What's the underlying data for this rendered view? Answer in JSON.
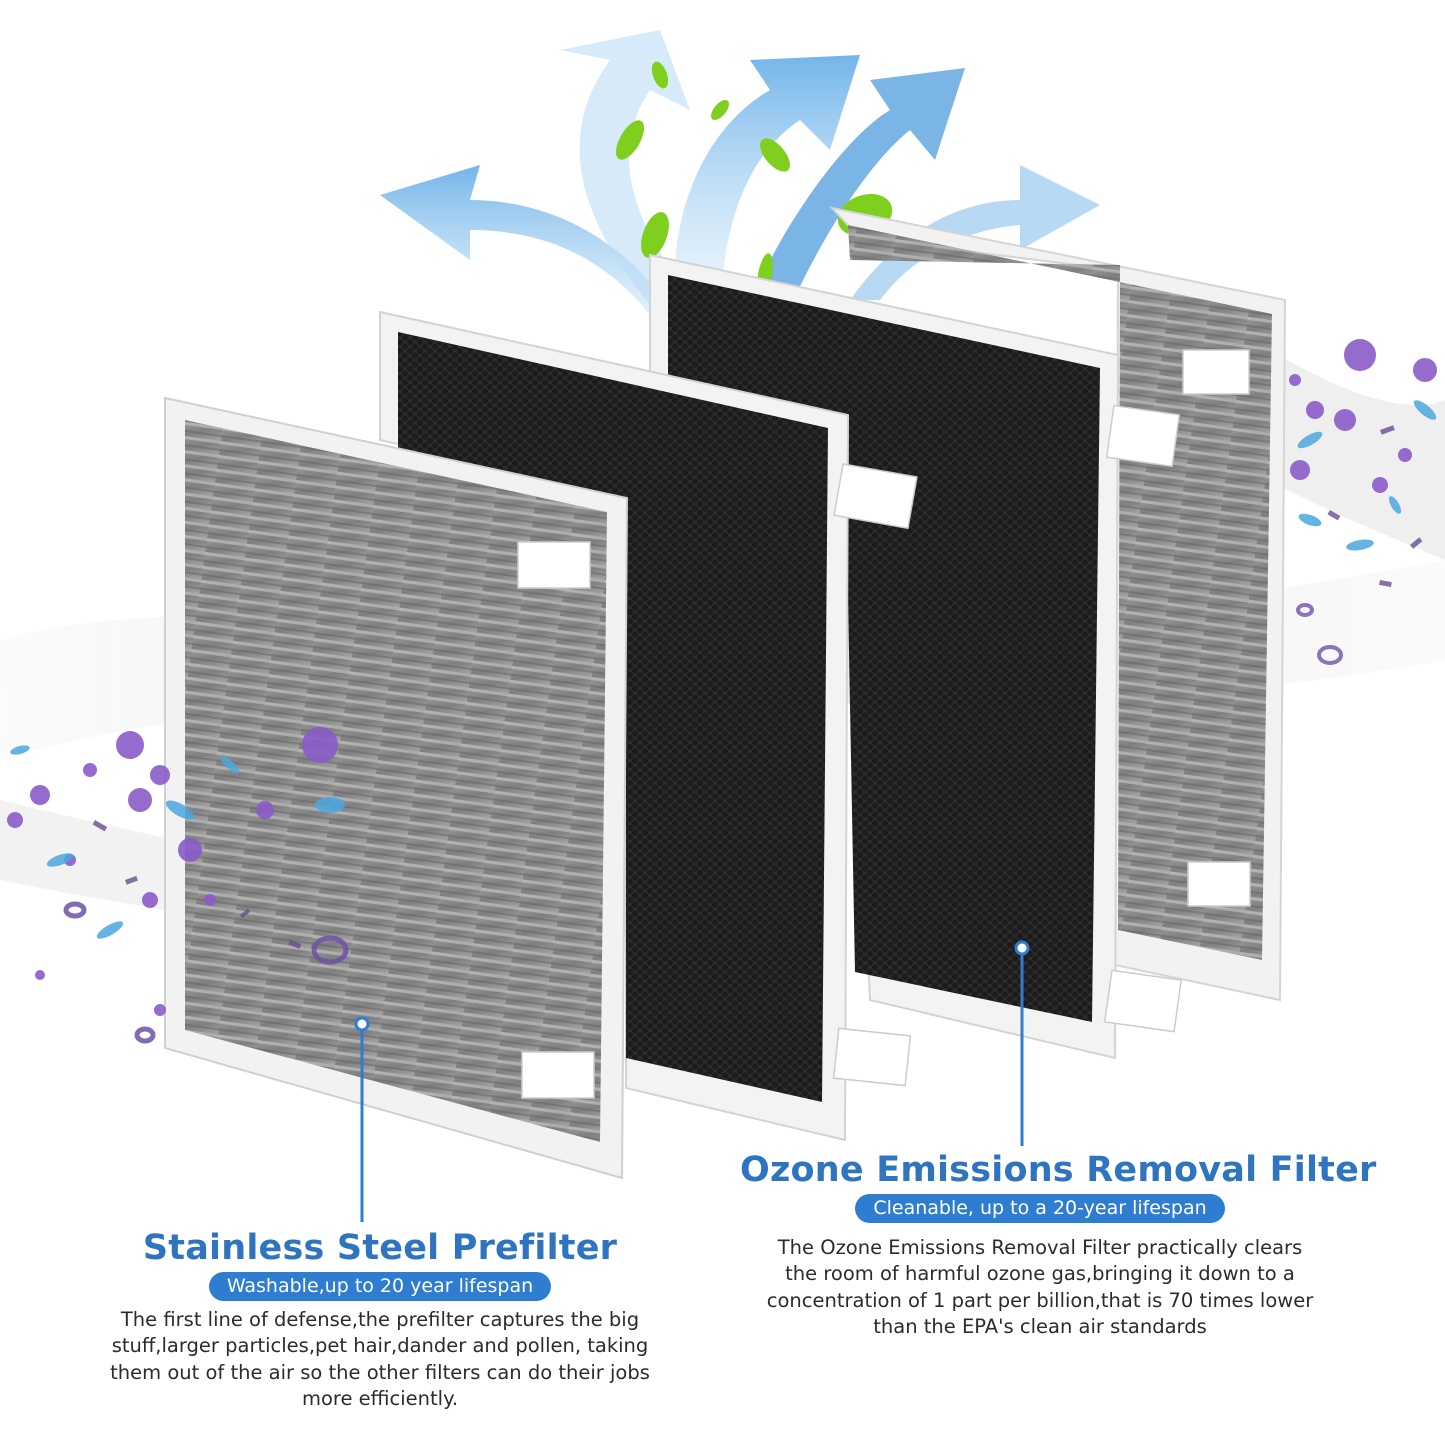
{
  "filters": [
    {
      "title": "Stainless Steel Prefilter",
      "tagline": "Washable,up to 20 year lifespan",
      "description": "The first line of defense,the prefilter captures the big stuff,larger particles,pet hair,dander and pollen, taking them out of the air so the other filters can do their jobs more efficiently."
    },
    {
      "title": "Ozone Emissions Removal Filter",
      "tagline": "Cleanable, up to a 20-year lifespan",
      "description": "The Ozone Emissions Removal Filter practically clears the room of harmful ozone gas,bringing it down to a concentration of 1 part per billion,that is 70 times lower than the EPA's clean air standards"
    }
  ],
  "colors": {
    "accent_blue": "#2f74c0",
    "pill_blue": "#2f7dd1",
    "particle_purple": "#8a5cc8",
    "leaf_green": "#7fcf1f",
    "carbon_dark": "#2b2b2b",
    "mesh_gray": "#8e8e8e"
  }
}
